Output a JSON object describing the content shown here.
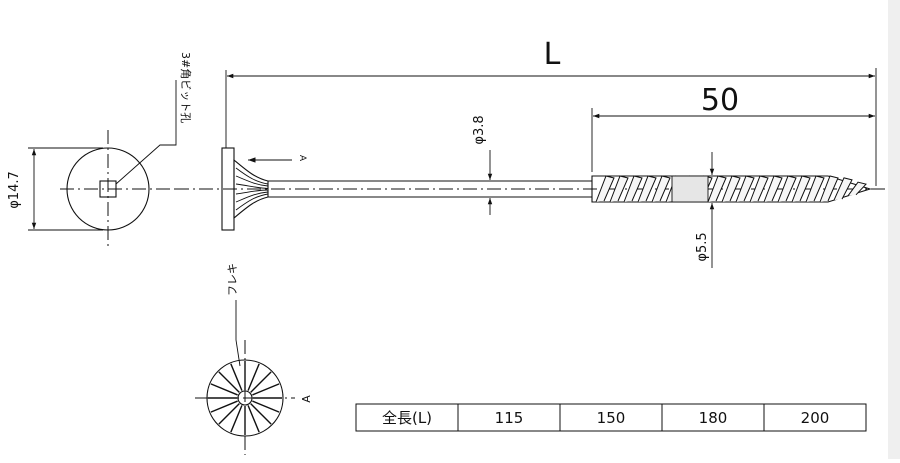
{
  "dimensions": {
    "overall_length": "L",
    "thread_length": "50",
    "shank_diameter": "φ3.8",
    "thread_diameter": "φ5.5",
    "head_diameter": "φ14.7"
  },
  "annotations": {
    "bit_hole": "3#角ビット孔",
    "flange": "フレキ",
    "view_a": "A",
    "view_a_ref": "A"
  },
  "length_table": {
    "header": "全長(L)",
    "values": [
      "115",
      "150",
      "180",
      "200"
    ]
  },
  "colors": {
    "line": "#111111",
    "background": "#ffffff",
    "gutter": "#efefef"
  }
}
